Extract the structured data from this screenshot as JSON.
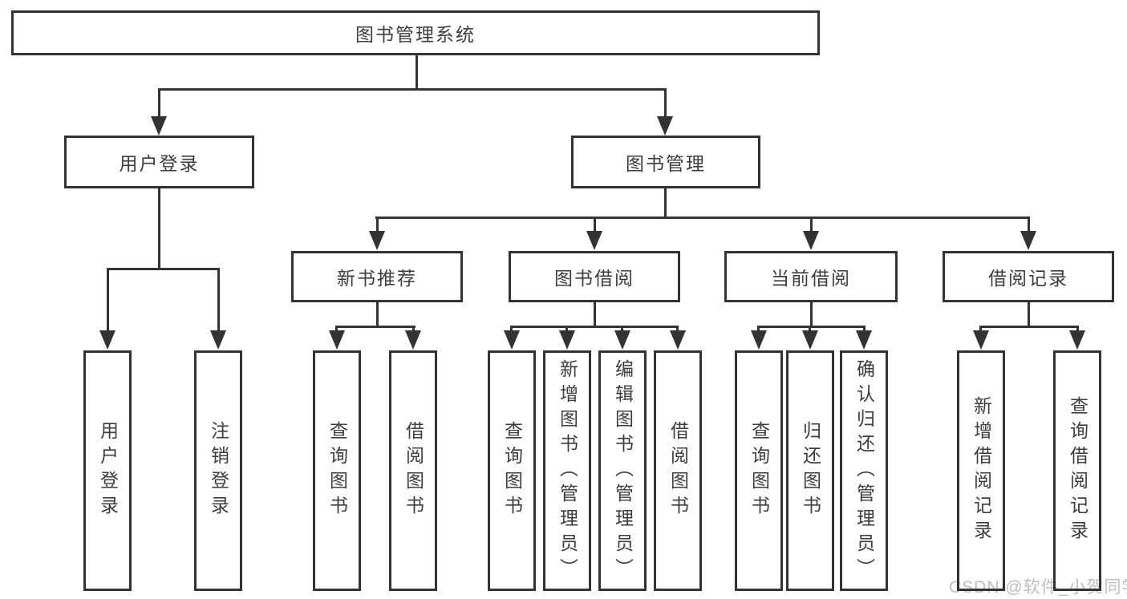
{
  "colors": {
    "line": "#333333",
    "box_border": "#333333",
    "text": "#3d3d3d",
    "watermark": "#b8b8b8",
    "background": "#ffffff"
  },
  "watermark": {
    "text": "CSDN @软件_小贺同学"
  },
  "tree": {
    "root": {
      "label": "图书管理系统"
    },
    "branches": [
      {
        "label": "用户登录",
        "children": [
          {
            "label": "用户登录"
          },
          {
            "label": "注销登录"
          }
        ]
      },
      {
        "label": "图书管理",
        "children": [
          {
            "label": "新书推荐",
            "children": [
              {
                "label": "查询图书"
              },
              {
                "label": "借阅图书"
              }
            ]
          },
          {
            "label": "图书借阅",
            "children": [
              {
                "label": "查询图书"
              },
              {
                "label": "新增图书（管理员）"
              },
              {
                "label": "编辑图书（管理员）"
              },
              {
                "label": "借阅图书"
              }
            ]
          },
          {
            "label": "当前借阅",
            "children": [
              {
                "label": "查询图书"
              },
              {
                "label": "归还图书"
              },
              {
                "label": "确认归还（管理员）"
              }
            ]
          },
          {
            "label": "借阅记录",
            "children": [
              {
                "label": "新增借阅记录"
              },
              {
                "label": "查询借阅记录"
              }
            ]
          }
        ]
      }
    ]
  }
}
